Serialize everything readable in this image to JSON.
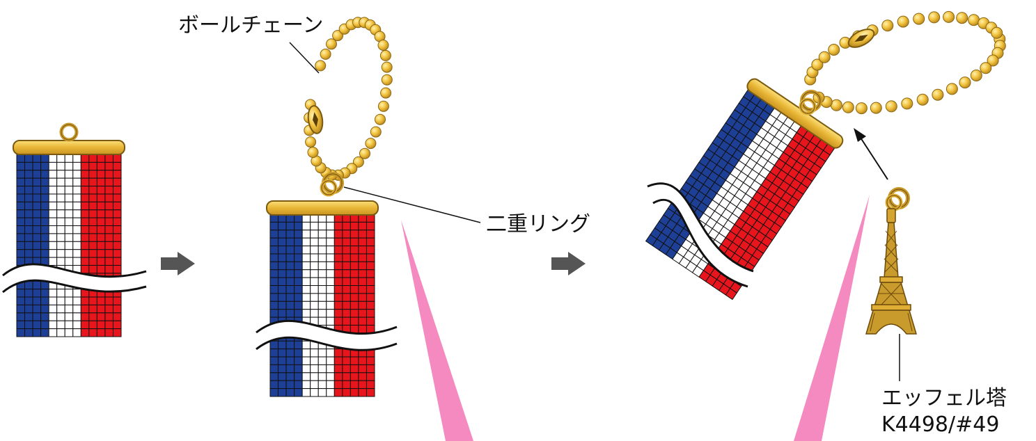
{
  "labels": {
    "ball_chain": "ボールチェーン",
    "double_ring": "二重リング",
    "eiffel_name": "エッフェル塔",
    "eiffel_code": "K4498/#49"
  },
  "colors": {
    "blue": "#1e3f96",
    "white": "#ffffff",
    "red": "#e8161c",
    "gold": "#efbf3a",
    "gold_dark": "#7a5a10",
    "pink": "#f58ac0",
    "arrow": "#555555",
    "outline": "#111111"
  },
  "flag_columns": [
    "blue",
    "blue",
    "blue",
    "blue",
    "white",
    "white",
    "white",
    "white",
    "red",
    "red",
    "red",
    "red",
    "red"
  ],
  "steps": [
    "flag-strip",
    "with-ball-chain",
    "finished-charm"
  ]
}
